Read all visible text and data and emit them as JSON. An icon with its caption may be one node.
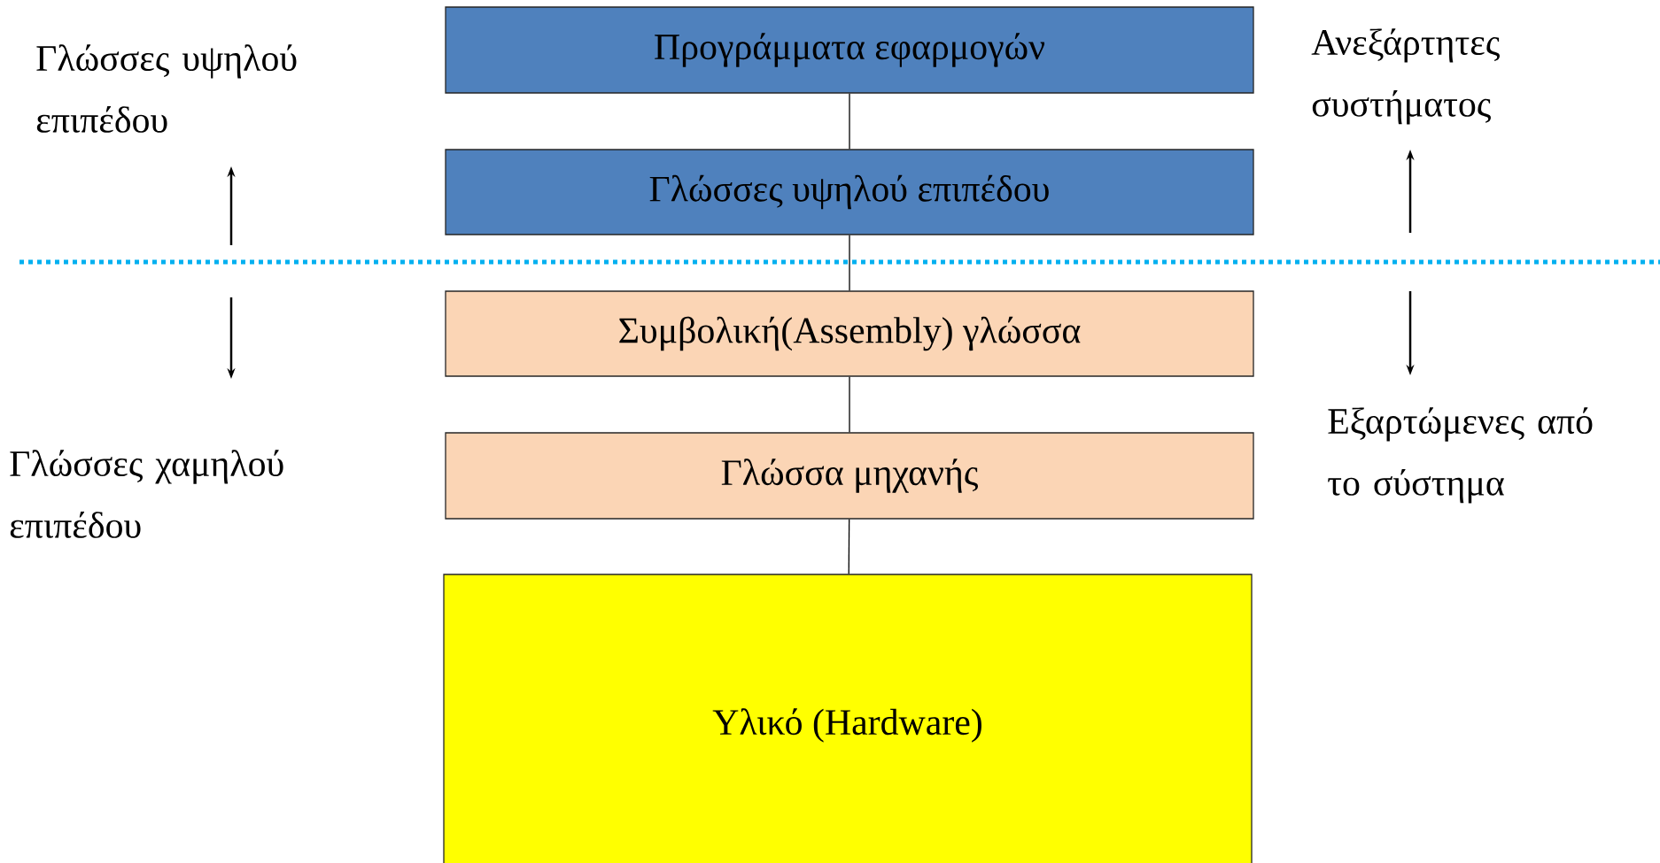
{
  "diagram": {
    "nodes": [
      {
        "text": [
          "Προγράμματα εφαρμογών"
        ]
      },
      {
        "text": [
          "Γλώσσες υψηλού επιπέδου"
        ]
      },
      {
        "text": [
          "Συμβολική(Assembly) γλώσσα"
        ]
      },
      {
        "text": [
          "Γλώσσα μηχανής"
        ]
      },
      {
        "text": [
          "Υλικό (Hardware)"
        ]
      }
    ],
    "edges": [
      {
        "from": 0,
        "to": 1,
        "arrow": "none"
      },
      {
        "from": 1,
        "to": 2,
        "arrow": "none"
      },
      {
        "from": 2,
        "to": 3,
        "arrow": "none"
      },
      {
        "from": 3,
        "to": 4,
        "arrow": "none"
      }
    ],
    "labels": [
      "Γλώσσες υψηλού επιπέδου",
      "Ανεξάρτητες συστήματος",
      "Γλώσσες χαμηλού επιπέδου",
      "Εξαρτώμενες από το σύστημα"
    ]
  }
}
